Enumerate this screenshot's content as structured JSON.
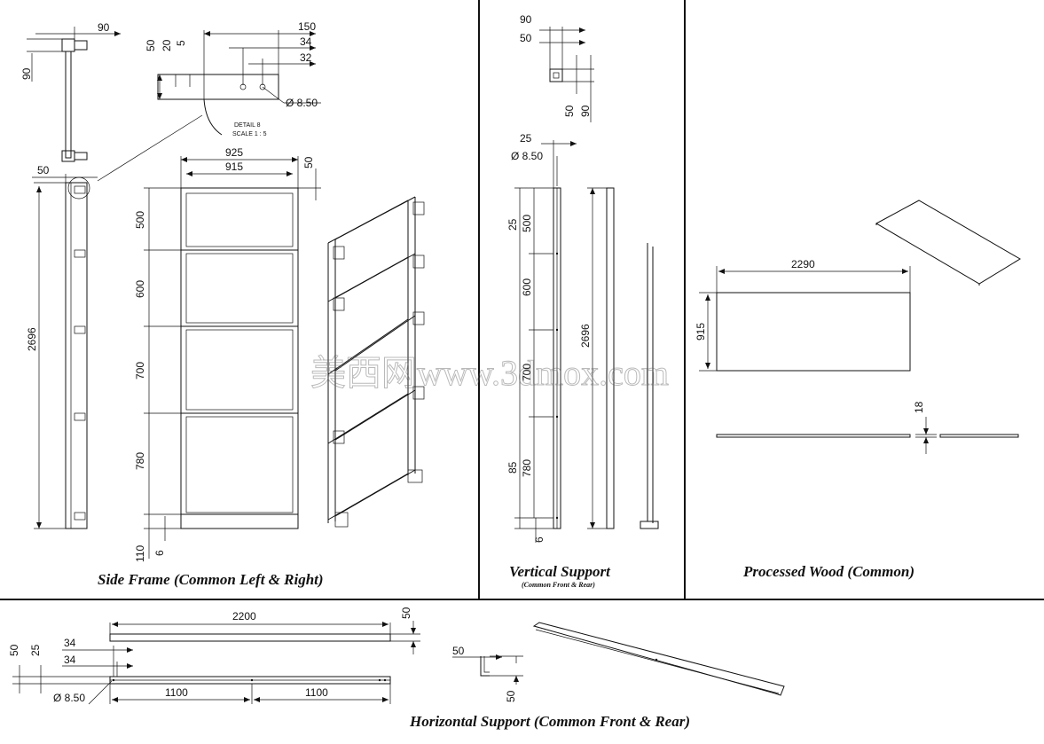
{
  "sections": {
    "side_frame": {
      "title": "Side Frame (Common Left & Right)"
    },
    "vertical_support": {
      "title": "Vertical Support",
      "subtitle": "(Common Front & Rear)"
    },
    "processed_wood": {
      "title": "Processed Wood (Common)"
    },
    "horizontal_support": {
      "title": "Horizontal Support (Common Front & Rear)"
    }
  },
  "detail": {
    "label": "DETAIL 8",
    "scale": "SCALE 1 : 5"
  },
  "watermark": "美西网www.3dmox.com",
  "dims": {
    "sf_top_90": "90",
    "sf_side_90": "90",
    "sf_50": "50",
    "sf_2696": "2696",
    "det_150": "150",
    "det_34": "34",
    "det_32": "32",
    "det_50": "50",
    "det_20": "20",
    "det_5": "5",
    "det_dia": "Ø 8.50",
    "sf_925": "925",
    "sf_915": "915",
    "sf_50b": "50",
    "sf_500": "500",
    "sf_600": "600",
    "sf_700": "700",
    "sf_780": "780",
    "sf_110": "110",
    "sf_6": "6",
    "vs_90": "90",
    "vs_50": "50",
    "vs_50b": "50",
    "vs_90b": "90",
    "vs_25": "25",
    "vs_dia": "Ø 8.50",
    "vs_25b": "25",
    "vs_500": "500",
    "vs_600": "600",
    "vs_700": "700",
    "vs_85": "85",
    "vs_780": "780",
    "vs_6": "6",
    "vs_2696": "2696",
    "pw_2290": "2290",
    "pw_915": "915",
    "pw_18": "18",
    "hs_2200": "2200",
    "hs_50": "50",
    "hs_34a": "34",
    "hs_34b": "34",
    "hs_50l": "50",
    "hs_25": "25",
    "hs_dia": "Ø 8.50",
    "hs_1100a": "1100",
    "hs_1100b": "1100",
    "hs_50s": "50",
    "hs_50s2": "50"
  }
}
